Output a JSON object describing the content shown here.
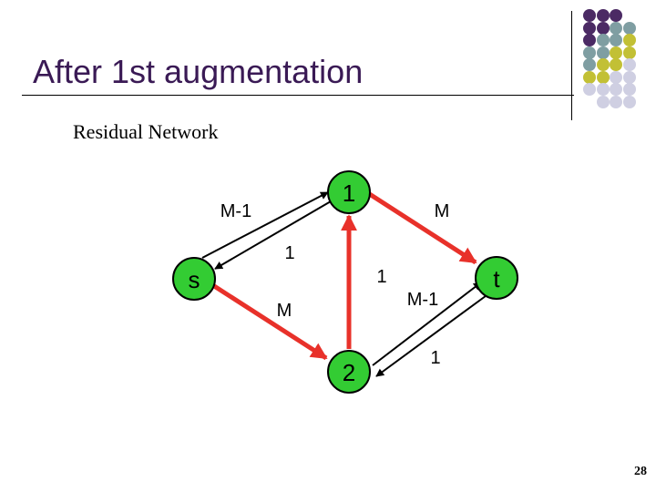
{
  "slide": {
    "title": "After 1st augmentation",
    "subtitle": "Residual Network",
    "page_number": "28"
  },
  "colors": {
    "title": "#3a1a55",
    "node_fill": "#33cc33",
    "augmented_edge": "#e8312a",
    "residual_edge": "#000000",
    "dot_purple": "#4b2a64",
    "dot_teal": "#7f9ea2",
    "dot_olive": "#c2c035",
    "dot_lavender": "#cfcfe2"
  },
  "diagram": {
    "nodes": [
      {
        "id": "s",
        "label": "s"
      },
      {
        "id": "n1",
        "label": "1"
      },
      {
        "id": "n2",
        "label": "2"
      },
      {
        "id": "t",
        "label": "t"
      }
    ],
    "edges": [
      {
        "from": "s",
        "to": "n1",
        "color": "residual",
        "label": "M-1"
      },
      {
        "from": "n1",
        "to": "s",
        "color": "residual",
        "label": "1"
      },
      {
        "from": "n1",
        "to": "t",
        "color": "augmented",
        "label": "M"
      },
      {
        "from": "s",
        "to": "n2",
        "color": "augmented",
        "label": "M"
      },
      {
        "from": "n2",
        "to": "n1",
        "color": "augmented",
        "label": "1"
      },
      {
        "from": "n2",
        "to": "t",
        "color": "residual",
        "label": "M-1"
      },
      {
        "from": "t",
        "to": "n2",
        "color": "residual",
        "label": "1"
      }
    ]
  },
  "decoration": {
    "dot_grid": [
      [
        "purple",
        "purple",
        "purple",
        ""
      ],
      [
        "purple",
        "purple",
        "teal",
        "teal"
      ],
      [
        "purple",
        "teal",
        "teal",
        "olive"
      ],
      [
        "teal",
        "teal",
        "olive",
        "olive"
      ],
      [
        "teal",
        "olive",
        "olive",
        "lavender"
      ],
      [
        "olive",
        "olive",
        "lavender",
        "lavender"
      ],
      [
        "lavender",
        "lavender",
        "lavender",
        "lavender"
      ],
      [
        "",
        "lavender",
        "lavender",
        "lavender"
      ]
    ]
  }
}
